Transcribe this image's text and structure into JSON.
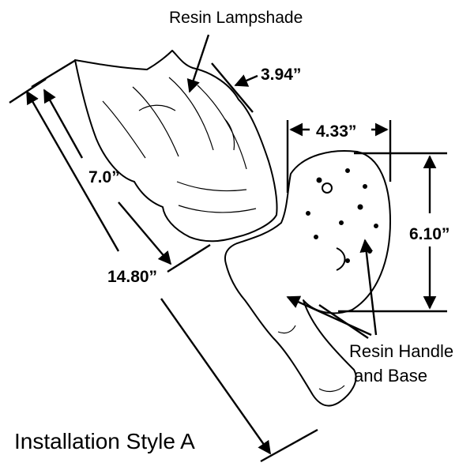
{
  "labels": {
    "lampshade": "Resin Lampshade",
    "handle_line1": "Resin Handle",
    "handle_line2": "and Base",
    "style": "Installation Style A"
  },
  "dimensions": {
    "shade_width": "3.94”",
    "base_width": "4.33”",
    "shade_length": "7.0”",
    "base_height": "6.10”",
    "total_length": "14.80”"
  }
}
